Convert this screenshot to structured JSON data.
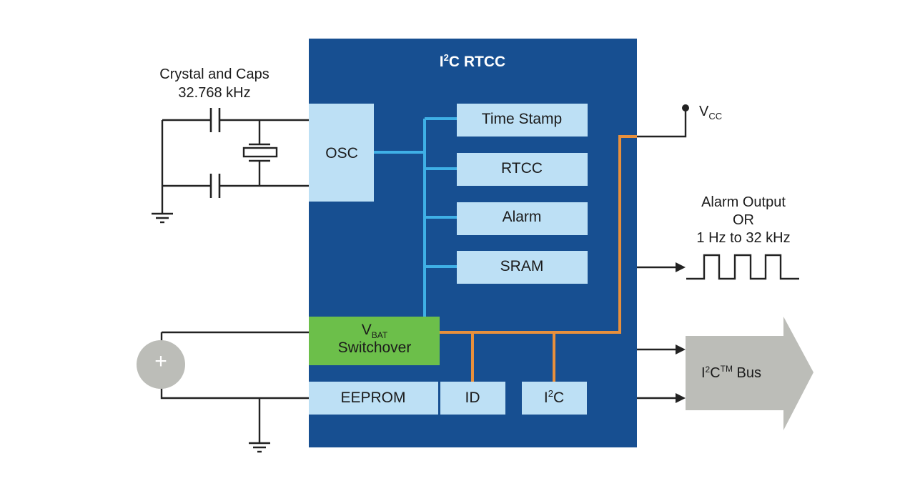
{
  "chip": {
    "title_main": "I",
    "title_sup": "2",
    "title_rest": "C RTCC",
    "color": "#174f91"
  },
  "blocks": {
    "osc": "OSC",
    "time_stamp": "Time Stamp",
    "rtcc": "RTCC",
    "alarm": "Alarm",
    "sram": "SRAM",
    "vbat_main": "V",
    "vbat_sub": "BAT",
    "vbat_line2": "Switchover",
    "eeprom": "EEPROM",
    "id": "ID",
    "i2c_main": "I",
    "i2c_sup": "2",
    "i2c_rest": "C"
  },
  "external": {
    "crystal_line1": "Crystal and Caps",
    "crystal_line2": "32.768 kHz",
    "vcc_main": "V",
    "vcc_sub": "CC",
    "alarm_line1": "Alarm Output",
    "alarm_line2": "OR",
    "alarm_line3": "1 Hz to 32 kHz",
    "bus_main": "I",
    "bus_sup": "2",
    "bus_mid": "C",
    "bus_tm": "TM",
    "bus_rest": " Bus",
    "battery_symbol": "+"
  },
  "colors": {
    "chip_blue": "#174f91",
    "block_light": "#bde0f5",
    "vbat_green": "#6cbf4a",
    "bus_blue": "#3fb0e6",
    "power_orange": "#e8903c",
    "bus_arrow_gray": "#bcbdb8",
    "battery_gray": "#bcbdb8"
  }
}
